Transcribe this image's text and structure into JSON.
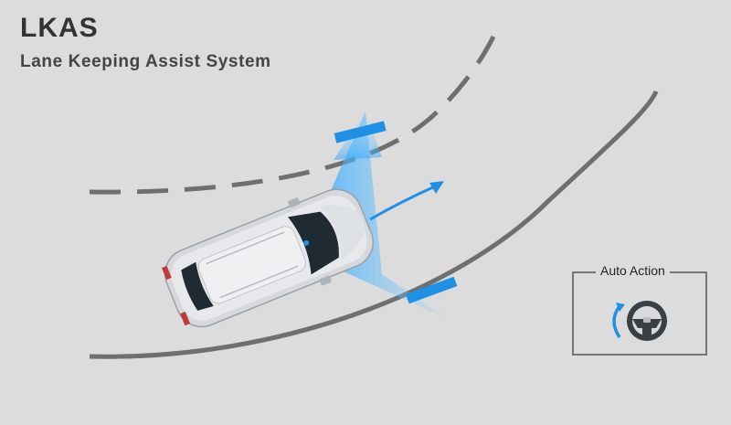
{
  "header": {
    "title": "LKAS",
    "subtitle": "Lane Keeping Assist System"
  },
  "auto_action": {
    "label": "Auto Action",
    "icon": "steering-wheel-icon"
  },
  "colors": {
    "background": "#dcdcdc",
    "lane_line": "#6f6f6f",
    "accent_blue": "#1e90e6",
    "car_body": "#e4e6ea",
    "car_glass": "#1f2a33"
  }
}
